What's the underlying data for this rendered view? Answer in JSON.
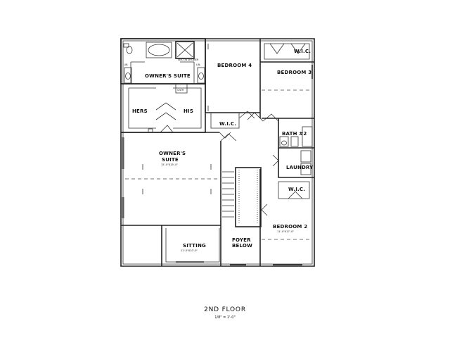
{
  "drawing": {
    "title": "2ND FLOOR",
    "scale": "1/8\" = 1'-0\""
  },
  "rooms": {
    "owners_suite_bath": {
      "name": "OWNER'S SUITE"
    },
    "owners_suite": {
      "name": "OWNER'S",
      "name2": "SUITE",
      "dim": "15'-0\"X15'-0\""
    },
    "hers": {
      "name": "HERS"
    },
    "his": {
      "name": "HIS"
    },
    "bedroom4": {
      "name": "BEDROOM 4"
    },
    "bedroom3": {
      "name": "BEDROOM 3"
    },
    "bedroom2": {
      "name": "BEDROOM 2",
      "dim": "11'-0\"X17'-0\""
    },
    "wic_bed3": {
      "name": "W.I.C."
    },
    "wic_bed4": {
      "name": "W.I.C."
    },
    "wic_bed2": {
      "name": "W.I.C."
    },
    "bath2": {
      "name": "BATH #2"
    },
    "laundry": {
      "name": "LAUNDRY"
    },
    "sitting": {
      "name": "SITTING",
      "dim": "11'-5\"X10'-0\""
    },
    "foyer": {
      "name": "FOYER",
      "name2": "BELOW"
    }
  },
  "fixtures": {
    "linen_a": "LIN.",
    "linen_b": "LIN.",
    "shower": "SEAT IN SHOWER",
    "counter": "CNTR"
  }
}
